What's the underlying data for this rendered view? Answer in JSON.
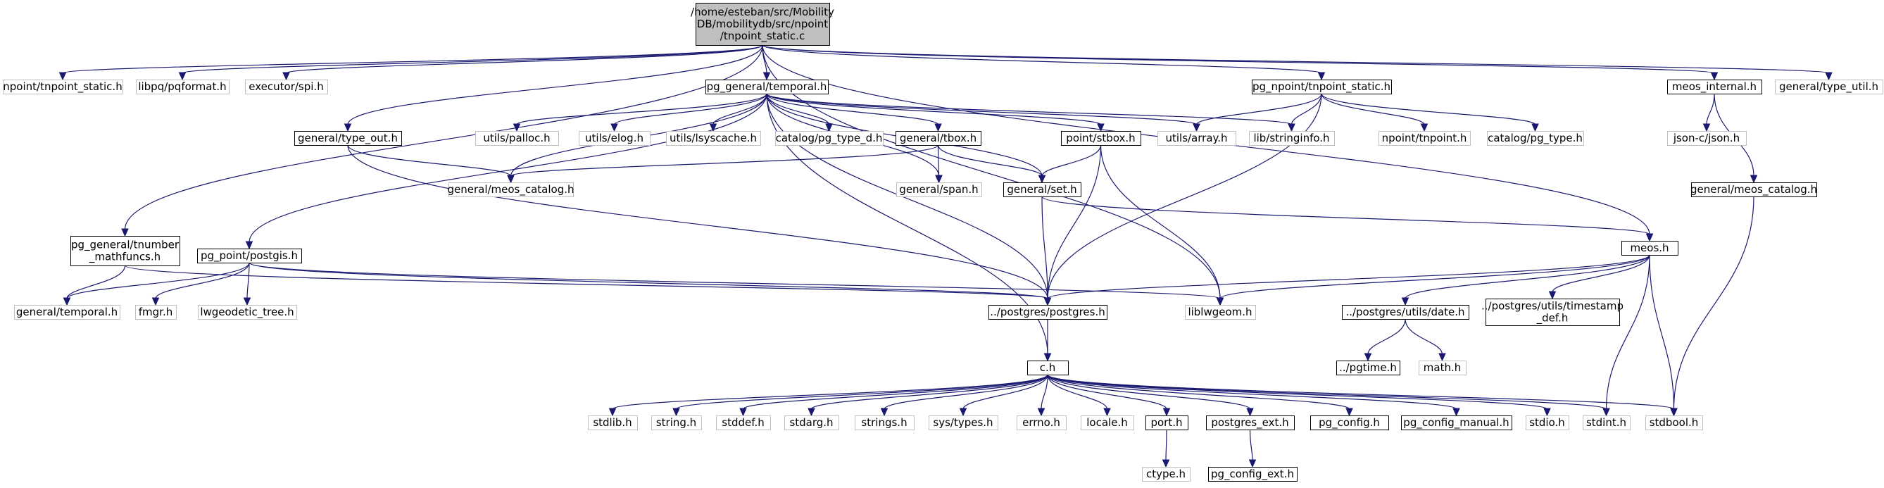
{
  "colors": {
    "edge": "#191970",
    "root_fill": "#bfbfbf",
    "documented_border": "#000000",
    "undocumented_border": "#bfbfbf",
    "node_fill": "#ffffff"
  },
  "nodes": {
    "root": {
      "lines": [
        "/home/esteban/src/Mobility",
        "DB/mobilitydb/src/npoint",
        "/tnpoint_static.c"
      ],
      "kind": "root"
    },
    "npoint_tnpoint_static_h": {
      "lines": [
        "npoint/tnpoint_static.h"
      ],
      "kind": "undoc"
    },
    "libpq_pqformat_h": {
      "lines": [
        "libpq/pqformat.h"
      ],
      "kind": "undoc"
    },
    "executor_spi_h": {
      "lines": [
        "executor/spi.h"
      ],
      "kind": "undoc"
    },
    "pg_general_tnumber_mathfuncs_h": {
      "lines": [
        "pg_general/tnumber",
        "_mathfuncs.h"
      ],
      "kind": "doc"
    },
    "general_type_out_h": {
      "lines": [
        "general/type_out.h"
      ],
      "kind": "doc"
    },
    "pg_general_temporal_h": {
      "lines": [
        "pg_general/temporal.h"
      ],
      "kind": "doc"
    },
    "pg_npoint_tnpoint_static_h": {
      "lines": [
        "pg_npoint/tnpoint_static.h"
      ],
      "kind": "doc"
    },
    "meos_internal_h": {
      "lines": [
        "meos_internal.h"
      ],
      "kind": "doc"
    },
    "general_type_util_h": {
      "lines": [
        "general/type_util.h"
      ],
      "kind": "undoc"
    },
    "pg_point_postgis_h": {
      "lines": [
        "pg_point/postgis.h"
      ],
      "kind": "doc"
    },
    "utils_palloc_h": {
      "lines": [
        "utils/palloc.h"
      ],
      "kind": "undoc"
    },
    "utils_elog_h": {
      "lines": [
        "utils/elog.h"
      ],
      "kind": "undoc"
    },
    "utils_lsyscache_h": {
      "lines": [
        "utils/lsyscache.h"
      ],
      "kind": "undoc"
    },
    "catalog_pg_type_d_h": {
      "lines": [
        "catalog/pg_type_d.h"
      ],
      "kind": "undoc"
    },
    "general_tbox_h": {
      "lines": [
        "general/tbox.h"
      ],
      "kind": "doc"
    },
    "point_stbox_h": {
      "lines": [
        "point/stbox.h"
      ],
      "kind": "doc"
    },
    "utils_array_h": {
      "lines": [
        "utils/array.h"
      ],
      "kind": "undoc"
    },
    "lib_stringinfo_h": {
      "lines": [
        "lib/stringinfo.h"
      ],
      "kind": "undoc"
    },
    "npoint_tnpoint_h": {
      "lines": [
        "npoint/tnpoint.h"
      ],
      "kind": "undoc"
    },
    "catalog_pg_type_h": {
      "lines": [
        "catalog/pg_type.h"
      ],
      "kind": "undoc"
    },
    "json_c_json_h": {
      "lines": [
        "json-c/json.h"
      ],
      "kind": "undoc"
    },
    "general_meos_catalog_h_a": {
      "lines": [
        "general/meos_catalog.h"
      ],
      "kind": "undoc"
    },
    "general_span_h": {
      "lines": [
        "general/span.h"
      ],
      "kind": "undoc"
    },
    "general_set_h": {
      "lines": [
        "general/set.h"
      ],
      "kind": "doc"
    },
    "general_meos_catalog_h_b": {
      "lines": [
        "general/meos_catalog.h"
      ],
      "kind": "doc"
    },
    "general_temporal_h": {
      "lines": [
        "general/temporal.h"
      ],
      "kind": "undoc"
    },
    "fmgr_h": {
      "lines": [
        "fmgr.h"
      ],
      "kind": "undoc"
    },
    "lwgeodetic_tree_h": {
      "lines": [
        "lwgeodetic_tree.h"
      ],
      "kind": "undoc"
    },
    "postgres_postgres_h": {
      "lines": [
        "../postgres/postgres.h"
      ],
      "kind": "doc"
    },
    "liblwgeom_h": {
      "lines": [
        "liblwgeom.h"
      ],
      "kind": "undoc"
    },
    "meos_h": {
      "lines": [
        "meos.h"
      ],
      "kind": "doc"
    },
    "postgres_utils_date_h": {
      "lines": [
        "../postgres/utils/date.h"
      ],
      "kind": "doc"
    },
    "postgres_utils_timestamp_def_h": {
      "lines": [
        "../postgres/utils/timestamp",
        "_def.h"
      ],
      "kind": "doc"
    },
    "pgtime_h": {
      "lines": [
        "../pgtime.h"
      ],
      "kind": "doc"
    },
    "math_h": {
      "lines": [
        "math.h"
      ],
      "kind": "undoc"
    },
    "c_h": {
      "lines": [
        "c.h"
      ],
      "kind": "doc"
    },
    "stdlib_h": {
      "lines": [
        "stdlib.h"
      ],
      "kind": "undoc"
    },
    "string_h": {
      "lines": [
        "string.h"
      ],
      "kind": "undoc"
    },
    "stddef_h": {
      "lines": [
        "stddef.h"
      ],
      "kind": "undoc"
    },
    "stdarg_h": {
      "lines": [
        "stdarg.h"
      ],
      "kind": "undoc"
    },
    "strings_h": {
      "lines": [
        "strings.h"
      ],
      "kind": "undoc"
    },
    "sys_types_h": {
      "lines": [
        "sys/types.h"
      ],
      "kind": "undoc"
    },
    "errno_h": {
      "lines": [
        "errno.h"
      ],
      "kind": "undoc"
    },
    "locale_h": {
      "lines": [
        "locale.h"
      ],
      "kind": "undoc"
    },
    "port_h": {
      "lines": [
        "port.h"
      ],
      "kind": "doc"
    },
    "postgres_ext_h": {
      "lines": [
        "postgres_ext.h"
      ],
      "kind": "doc"
    },
    "pg_config_h": {
      "lines": [
        "pg_config.h"
      ],
      "kind": "doc"
    },
    "pg_config_manual_h": {
      "lines": [
        "pg_config_manual.h"
      ],
      "kind": "doc"
    },
    "stdio_h": {
      "lines": [
        "stdio.h"
      ],
      "kind": "undoc"
    },
    "stdint_h": {
      "lines": [
        "stdint.h"
      ],
      "kind": "undoc"
    },
    "stdbool_h": {
      "lines": [
        "stdbool.h"
      ],
      "kind": "undoc"
    },
    "ctype_h": {
      "lines": [
        "ctype.h"
      ],
      "kind": "undoc"
    },
    "pg_config_ext_h": {
      "lines": [
        "pg_config_ext.h"
      ],
      "kind": "doc"
    }
  },
  "edges": [
    [
      "root",
      "npoint_tnpoint_static_h"
    ],
    [
      "root",
      "libpq_pqformat_h"
    ],
    [
      "root",
      "executor_spi_h"
    ],
    [
      "root",
      "pg_general_tnumber_mathfuncs_h"
    ],
    [
      "root",
      "general_type_out_h"
    ],
    [
      "root",
      "pg_general_temporal_h"
    ],
    [
      "root",
      "pg_npoint_tnpoint_static_h"
    ],
    [
      "root",
      "liblwgeom_h"
    ],
    [
      "root",
      "meos_h"
    ],
    [
      "root",
      "meos_internal_h"
    ],
    [
      "root",
      "general_type_util_h"
    ],
    [
      "pg_general_tnumber_mathfuncs_h",
      "general_temporal_h"
    ],
    [
      "pg_general_tnumber_mathfuncs_h",
      "postgres_postgres_h"
    ],
    [
      "general_type_out_h",
      "general_meos_catalog_h_a"
    ],
    [
      "general_type_out_h",
      "postgres_postgres_h"
    ],
    [
      "pg_general_temporal_h",
      "pg_point_postgis_h"
    ],
    [
      "pg_general_temporal_h",
      "c_h"
    ],
    [
      "pg_general_temporal_h",
      "general_meos_catalog_h_a"
    ],
    [
      "pg_general_temporal_h",
      "postgres_postgres_h"
    ],
    [
      "pg_general_temporal_h",
      "utils_palloc_h"
    ],
    [
      "pg_general_temporal_h",
      "utils_elog_h"
    ],
    [
      "pg_general_temporal_h",
      "utils_lsyscache_h"
    ],
    [
      "pg_general_temporal_h",
      "catalog_pg_type_d_h"
    ],
    [
      "pg_general_temporal_h",
      "general_tbox_h"
    ],
    [
      "pg_general_temporal_h",
      "general_span_h"
    ],
    [
      "pg_general_temporal_h",
      "general_set_h"
    ],
    [
      "pg_general_temporal_h",
      "point_stbox_h"
    ],
    [
      "pg_general_temporal_h",
      "utils_array_h"
    ],
    [
      "pg_general_temporal_h",
      "lib_stringinfo_h"
    ],
    [
      "pg_npoint_tnpoint_static_h",
      "utils_array_h"
    ],
    [
      "pg_npoint_tnpoint_static_h",
      "lib_stringinfo_h"
    ],
    [
      "pg_npoint_tnpoint_static_h",
      "npoint_tnpoint_h"
    ],
    [
      "pg_npoint_tnpoint_static_h",
      "catalog_pg_type_h"
    ],
    [
      "pg_npoint_tnpoint_static_h",
      "postgres_postgres_h"
    ],
    [
      "meos_internal_h",
      "json_c_json_h"
    ],
    [
      "meos_internal_h",
      "general_meos_catalog_h_b"
    ],
    [
      "general_meos_catalog_h_b",
      "stdbool_h"
    ],
    [
      "general_tbox_h",
      "general_meos_catalog_h_a"
    ],
    [
      "general_tbox_h",
      "general_span_h"
    ],
    [
      "general_tbox_h",
      "general_set_h"
    ],
    [
      "point_stbox_h",
      "general_set_h"
    ],
    [
      "point_stbox_h",
      "postgres_postgres_h"
    ],
    [
      "point_stbox_h",
      "liblwgeom_h"
    ],
    [
      "general_set_h",
      "postgres_postgres_h"
    ],
    [
      "general_set_h",
      "meos_h"
    ],
    [
      "pg_point_postgis_h",
      "general_temporal_h"
    ],
    [
      "pg_point_postgis_h",
      "fmgr_h"
    ],
    [
      "pg_point_postgis_h",
      "lwgeodetic_tree_h"
    ],
    [
      "pg_point_postgis_h",
      "postgres_postgres_h"
    ],
    [
      "pg_point_postgis_h",
      "liblwgeom_h"
    ],
    [
      "meos_h",
      "postgres_postgres_h"
    ],
    [
      "meos_h",
      "liblwgeom_h"
    ],
    [
      "meos_h",
      "postgres_utils_date_h"
    ],
    [
      "meos_h",
      "postgres_utils_timestamp_def_h"
    ],
    [
      "meos_h",
      "stdint_h"
    ],
    [
      "meos_h",
      "stdbool_h"
    ],
    [
      "postgres_utils_date_h",
      "pgtime_h"
    ],
    [
      "postgres_utils_date_h",
      "math_h"
    ],
    [
      "postgres_postgres_h",
      "c_h"
    ],
    [
      "c_h",
      "stdlib_h"
    ],
    [
      "c_h",
      "string_h"
    ],
    [
      "c_h",
      "stddef_h"
    ],
    [
      "c_h",
      "stdarg_h"
    ],
    [
      "c_h",
      "strings_h"
    ],
    [
      "c_h",
      "sys_types_h"
    ],
    [
      "c_h",
      "errno_h"
    ],
    [
      "c_h",
      "locale_h"
    ],
    [
      "c_h",
      "port_h"
    ],
    [
      "c_h",
      "postgres_ext_h"
    ],
    [
      "c_h",
      "pg_config_h"
    ],
    [
      "c_h",
      "pg_config_manual_h"
    ],
    [
      "c_h",
      "stdio_h"
    ],
    [
      "c_h",
      "stdint_h"
    ],
    [
      "c_h",
      "stdbool_h"
    ],
    [
      "port_h",
      "ctype_h"
    ],
    [
      "postgres_ext_h",
      "pg_config_ext_h"
    ]
  ]
}
